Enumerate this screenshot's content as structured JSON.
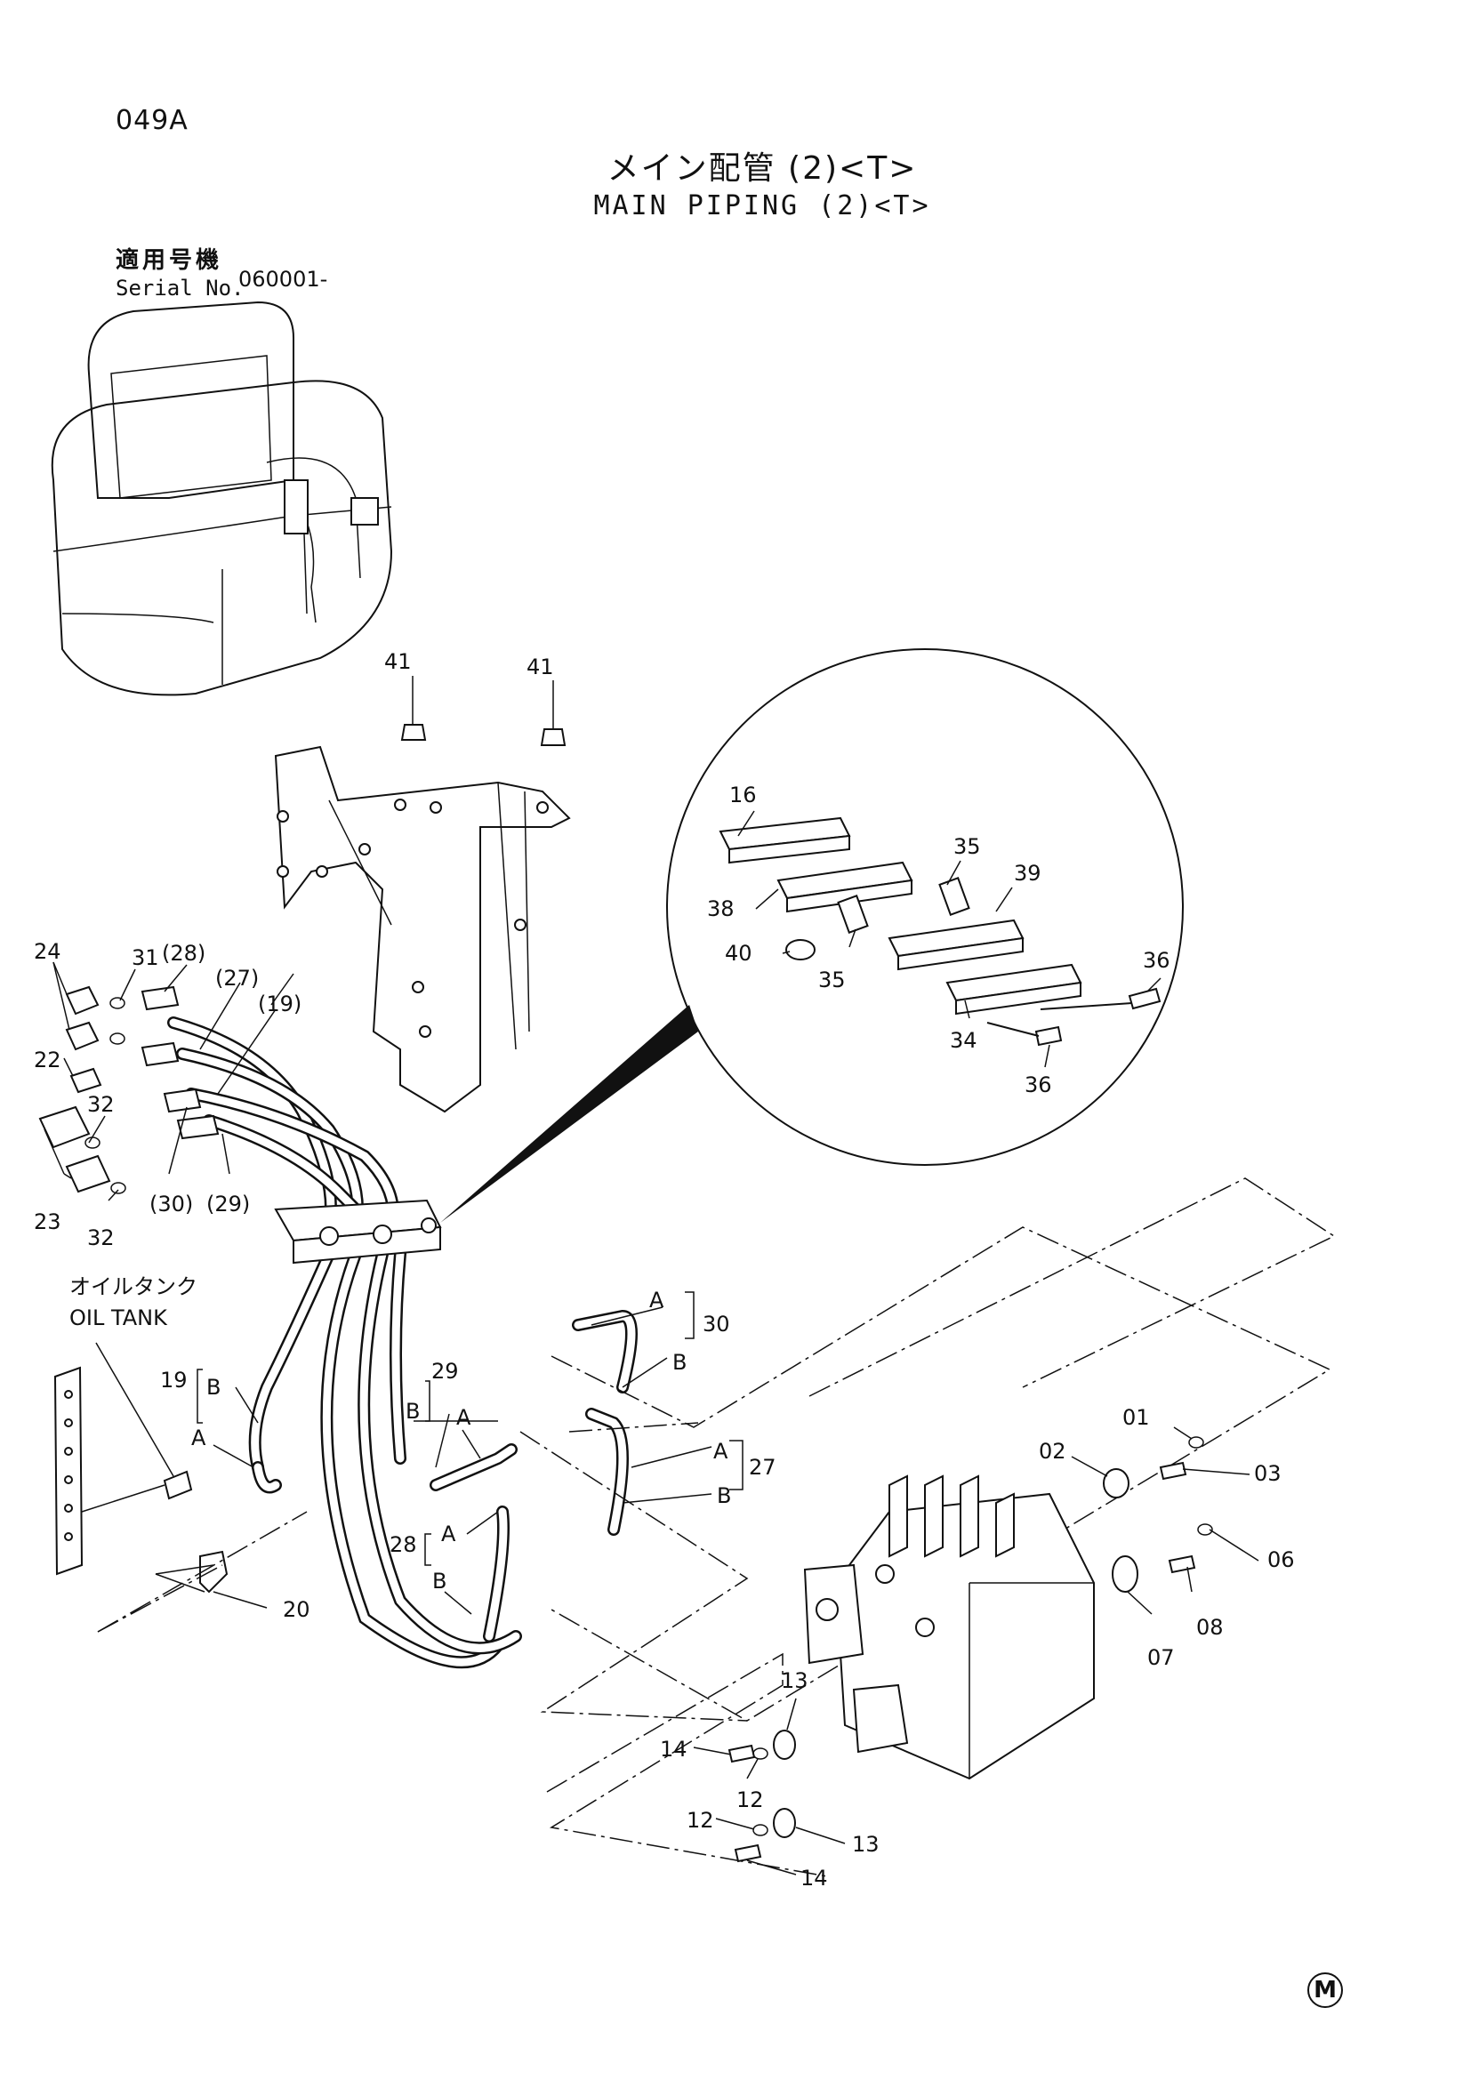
{
  "header": {
    "page_id": "049A",
    "title_ja": "メイン配管 (2)<T>",
    "title_en": "MAIN PIPING (2)<T>",
    "serial_label_ja": "適用号機",
    "serial_label_en": "Serial No.",
    "serial_value": "060001-"
  },
  "labels": {
    "oil_tank_ja": "オイルタンク",
    "oil_tank_en": "OIL TANK",
    "A": "A",
    "B": "B"
  },
  "callouts": [
    "01",
    "02",
    "03",
    "06",
    "07",
    "08",
    "12",
    "13",
    "14",
    "16",
    "19",
    "20",
    "22",
    "23",
    "24",
    "27",
    "28",
    "29",
    "30",
    "31",
    "32",
    "34",
    "35",
    "36",
    "38",
    "39",
    "40",
    "41",
    "(19)",
    "(27)",
    "(28)",
    "(29)",
    "(30)"
  ],
  "footer": {
    "mark": "M"
  }
}
